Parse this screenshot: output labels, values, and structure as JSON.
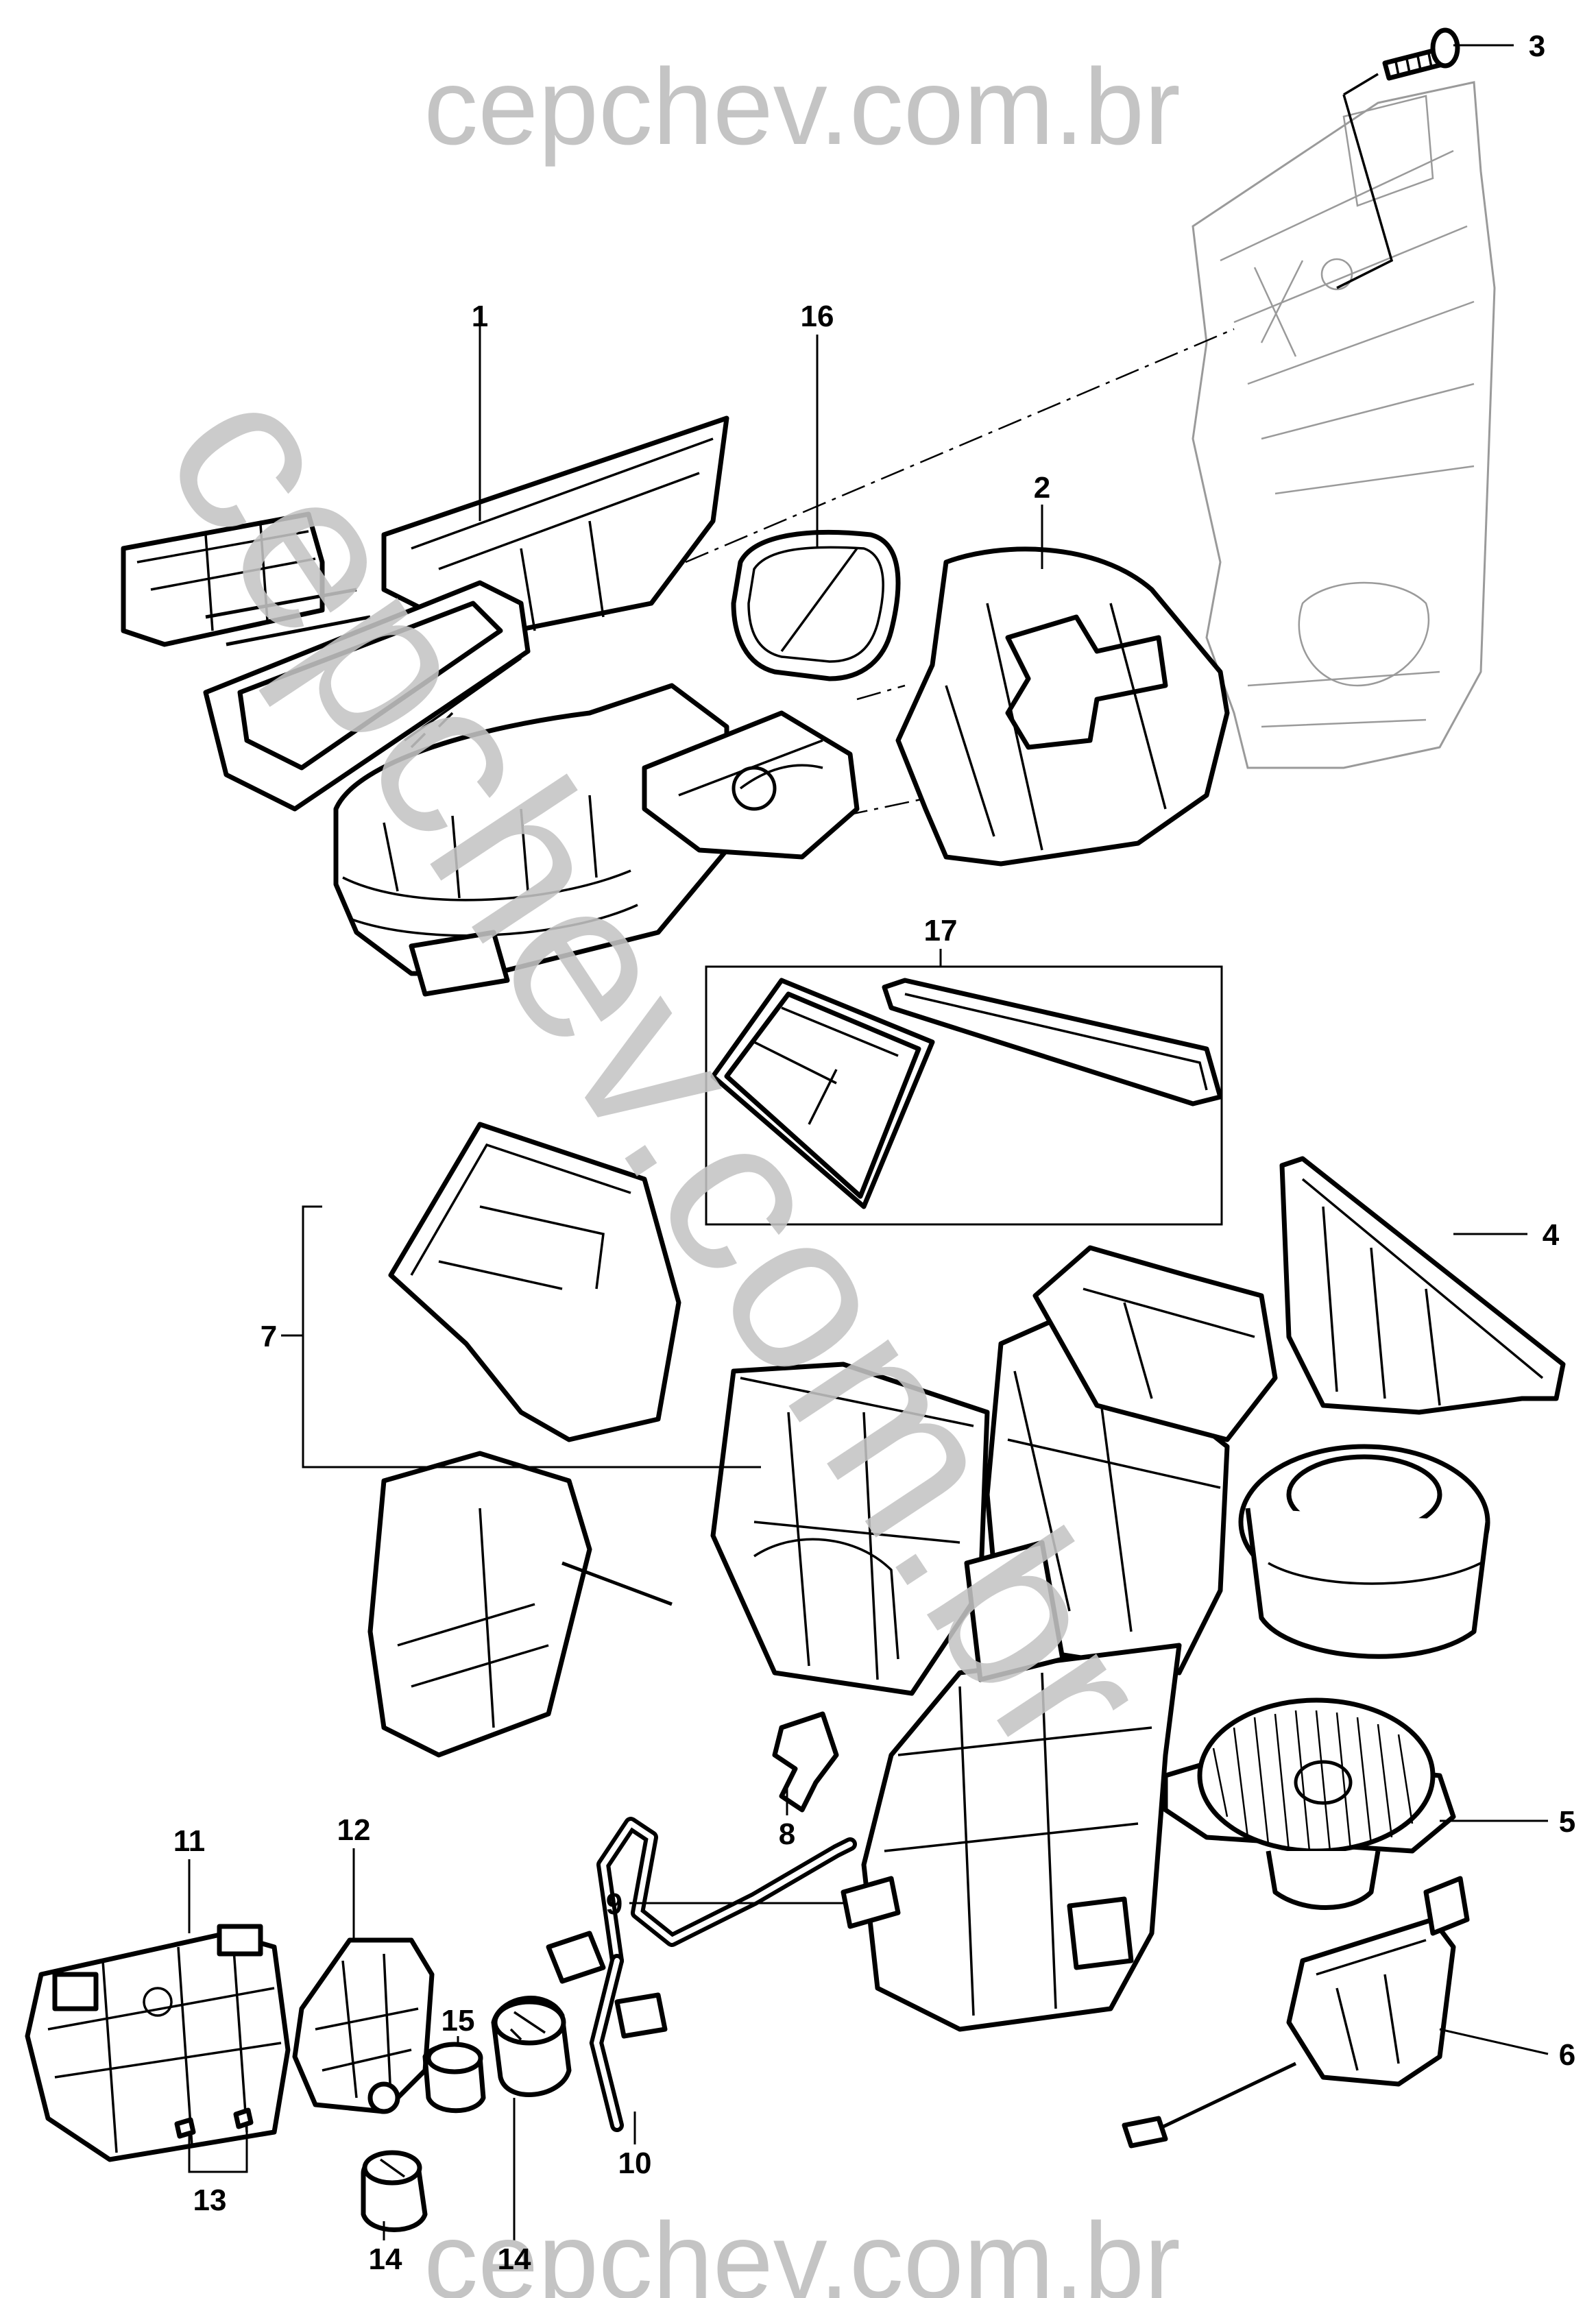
{
  "watermarks": {
    "top": "cepchev.com.br",
    "bottom": "cepchev.com.br",
    "diagonal": "cepchev.com.br"
  },
  "callouts": [
    {
      "id": "1",
      "label": "1"
    },
    {
      "id": "2",
      "label": "2"
    },
    {
      "id": "3",
      "label": "3"
    },
    {
      "id": "4",
      "label": "4"
    },
    {
      "id": "5",
      "label": "5"
    },
    {
      "id": "6",
      "label": "6"
    },
    {
      "id": "7",
      "label": "7"
    },
    {
      "id": "8",
      "label": "8"
    },
    {
      "id": "9",
      "label": "9"
    },
    {
      "id": "10",
      "label": "10"
    },
    {
      "id": "11",
      "label": "11"
    },
    {
      "id": "12",
      "label": "12"
    },
    {
      "id": "13",
      "label": "13"
    },
    {
      "id": "14a",
      "label": "14"
    },
    {
      "id": "14b",
      "label": "14"
    },
    {
      "id": "15",
      "label": "15"
    },
    {
      "id": "16",
      "label": "16"
    },
    {
      "id": "17",
      "label": "17"
    }
  ]
}
